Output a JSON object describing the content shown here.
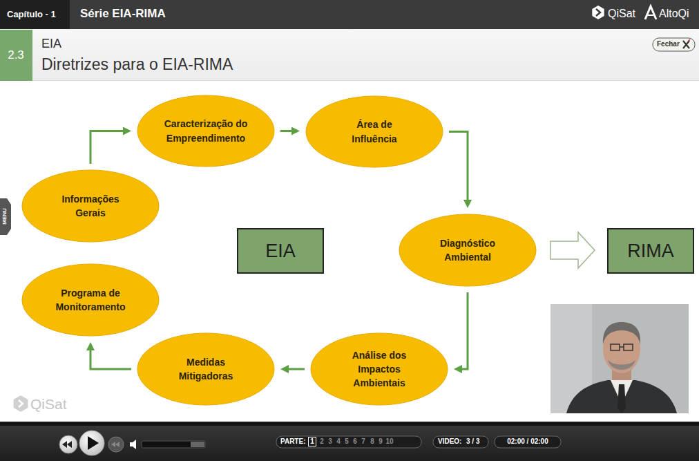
{
  "diagram": {
    "title": "Diretrizes para o EIA-RIMA",
    "nodes": [
      {
        "text": [
          "Informações Gerais"
        ]
      },
      {
        "text": [
          "Caracterização do Empreendimento"
        ]
      },
      {
        "text": [
          "Área de Influência"
        ]
      },
      {
        "text": [
          "Diagnóstico Ambiental"
        ]
      },
      {
        "text": [
          "Análise dos Impactos Ambientais"
        ]
      },
      {
        "text": [
          "Medidas Mitigadoras"
        ]
      },
      {
        "text": [
          "Programa de Monitoramento"
        ]
      },
      {
        "text": [
          "EIA"
        ]
      },
      {
        "text": [
          "RIMA"
        ]
      }
    ],
    "edges": [
      {
        "from": 0,
        "to": 1,
        "arrow": "to"
      },
      {
        "from": 1,
        "to": 2,
        "arrow": "to"
      },
      {
        "from": 2,
        "to": 3,
        "arrow": "to"
      },
      {
        "from": 3,
        "to": 4,
        "arrow": "to"
      },
      {
        "from": 4,
        "to": 5,
        "arrow": "to"
      },
      {
        "from": 5,
        "to": 6,
        "arrow": "to"
      },
      {
        "from": 3,
        "to": 8,
        "arrow": "to"
      }
    ],
    "labels": [
      "Capítulo - 1",
      "Série EIA-RIMA",
      "QiSat",
      "AltoQi",
      "2.3",
      "EIA",
      "Fechar",
      "MENU",
      "QiSat",
      "PARTE:",
      "1",
      "2",
      "3",
      "4",
      "5",
      "6",
      "7",
      "8",
      "9",
      "10",
      "VIDEO:",
      "3 / 3",
      "02:00 / 02:00"
    ]
  }
}
